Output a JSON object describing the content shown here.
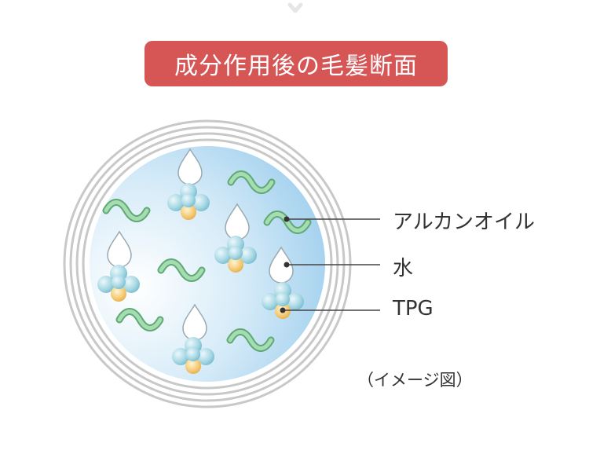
{
  "title": "成分作用後の毛髪断面",
  "labels": {
    "alkane_oil": "アルカンオイル",
    "water": "水",
    "tpg": "TPG"
  },
  "note": "（イメージ図）",
  "colors": {
    "title_bg": "#d65555",
    "oil_wave": "#7cc08f",
    "cluster": "#a9d9e6",
    "tpg_core": "#f2c56a",
    "cross_section_fill": "#cfe6f6"
  }
}
